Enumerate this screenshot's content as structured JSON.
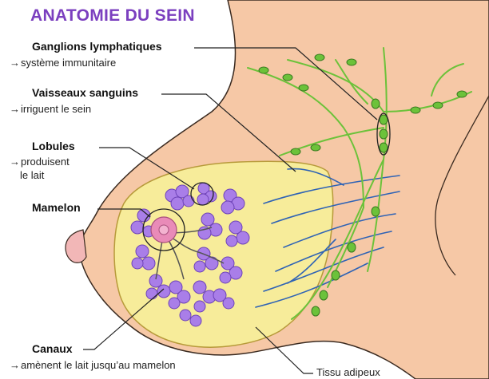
{
  "title": "ANATOMIE DU SEIN",
  "arrow_glyph": "→",
  "colors": {
    "title": "#7b3fbf",
    "skin": "#f6c8a6",
    "skin_outline": "#3a2a20",
    "fat": "#f7ec9a",
    "lobules": "#a97ee8",
    "vessels": "#2f63b5",
    "lymph": "#6cc23a"
  },
  "labels": {
    "ganglions": {
      "name": "Ganglions lymphatiques",
      "desc": "système immunitaire"
    },
    "vaisseaux": {
      "name": "Vaisseaux sanguins",
      "desc": "irriguent le sein"
    },
    "lobules": {
      "name": "Lobules",
      "desc_line1": "produisent",
      "desc_line2": "le lait"
    },
    "mamelon": {
      "name": "Mamelon"
    },
    "canaux": {
      "name": "Canaux",
      "desc": "amènent le lait jusqu’au mamelon"
    },
    "tissu": {
      "name": "Tissu adipeux"
    }
  }
}
